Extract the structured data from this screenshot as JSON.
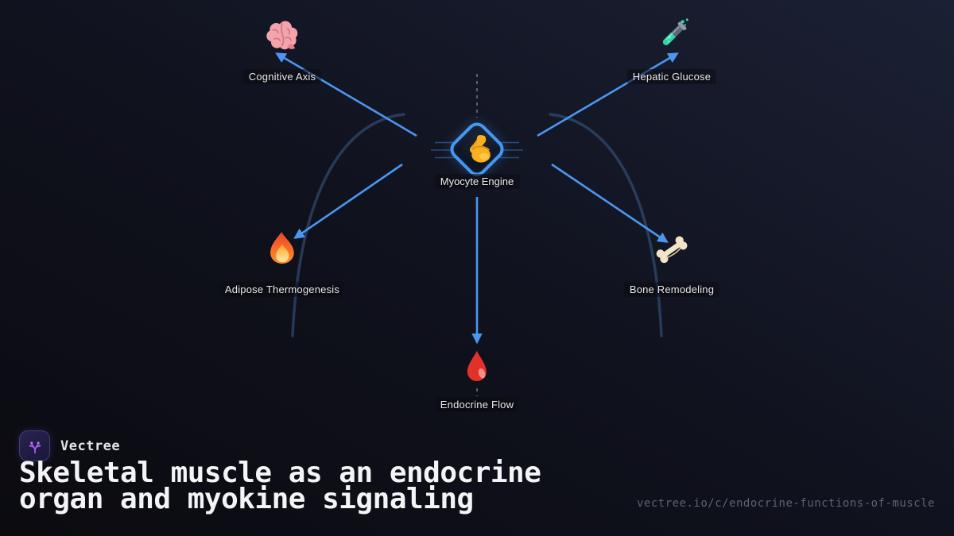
{
  "brand": {
    "name": "Vectree"
  },
  "title_lines": [
    "Skeletal muscle as an endocrine",
    "organ and myokine signaling"
  ],
  "footer_url": "vectree.io/c/endocrine-functions-of-muscle",
  "diagram": {
    "center_node": {
      "label": "Myocyte Engine",
      "icon": "flexed-biceps"
    },
    "nodes": [
      {
        "label": "Cognitive Axis",
        "icon": "brain",
        "position": "top-left"
      },
      {
        "label": "Hepatic Glucose",
        "icon": "test-tube",
        "position": "top-right"
      },
      {
        "label": "Adipose Thermogenesis",
        "icon": "fire",
        "position": "bottom-left"
      },
      {
        "label": "Bone Remodeling",
        "icon": "bone",
        "position": "bottom-right"
      },
      {
        "label": "Endocrine Flow",
        "icon": "blood-drop",
        "position": "bottom-center"
      }
    ]
  },
  "colors": {
    "edge_blue": "#4a97f0",
    "node_border_blue": "#4597f2",
    "curve_steel": "#3e6294",
    "background_dark": "#0b0b10",
    "background_light": "#1b2034",
    "brand_purple": "#a55cf2",
    "url_gray": "#5d6374"
  }
}
